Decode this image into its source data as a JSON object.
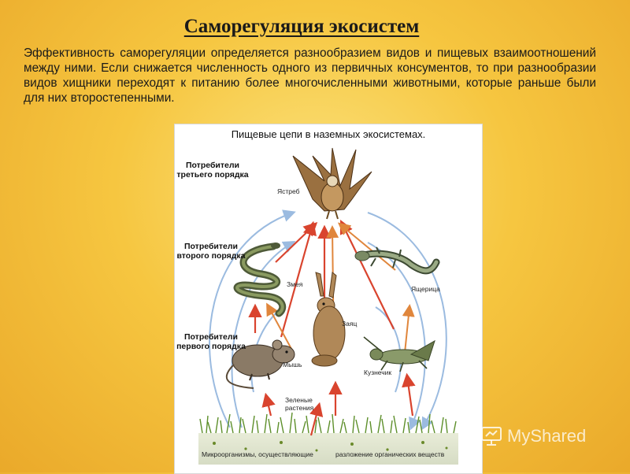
{
  "slide": {
    "title": "Саморегуляция экосистем",
    "text": "Эффективность саморегуляции определяется разнообразием видов и пищевых взаимоотношений между ними. Если снижается численность одного из первичных консументов, то при разнообразии видов хищники переходят к питанию более многочисленными животными, которые раньше были для них второстепенными."
  },
  "diagram": {
    "title": "Пищевые цепи в наземных экосистемах.",
    "levels": {
      "third": "Потребители третьего порядка",
      "second": "Потребители второго порядка",
      "first": "Потребители первого порядка"
    },
    "animals": {
      "hawk": "Ястреб",
      "snake": "Змея",
      "lizard": "Ящерица",
      "hare": "Заяц",
      "mouse": "Мышь",
      "grasshopper": "Кузнечик"
    },
    "plants": "Зеленые растения",
    "soil_caption": {
      "part1": "Микроорганизмы, осуществляющие",
      "part2": "разложение органических веществ"
    }
  },
  "watermark": {
    "text": "MyShared",
    "icon": "presentation-icon"
  },
  "colors": {
    "arrow_red": "#d9442e",
    "arrow_orange": "#e0863c",
    "cycle_blue": "#9bbbe0"
  }
}
